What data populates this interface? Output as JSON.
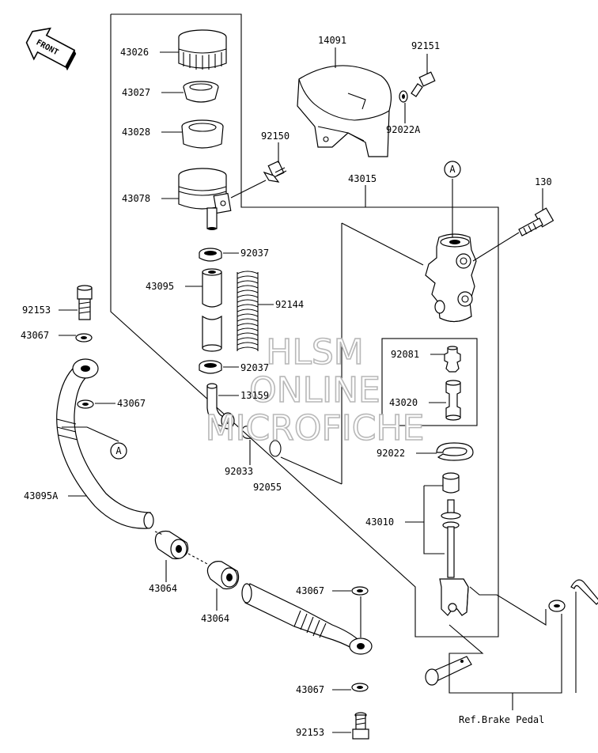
{
  "front_badge": "FRONT",
  "callout_A": "A",
  "watermark": {
    "line1": "HLSM",
    "line2": "ONLINE",
    "line3": "MICROFICHE"
  },
  "ref_note": "Ref.Brake Pedal",
  "parts": {
    "p43026": "43026",
    "p43027": "43027",
    "p43028": "43028",
    "p43078": "43078",
    "p14091": "14091",
    "p92151": "92151",
    "p92022A": "92022A",
    "p92150": "92150",
    "p43015": "43015",
    "p130": "130",
    "p92037a": "92037",
    "p43095": "43095",
    "p92144": "92144",
    "p92037b": "92037",
    "p13159": "13159",
    "p92033": "92033",
    "p92055": "92055",
    "p92081": "92081",
    "p43020": "43020",
    "p92022": "92022",
    "p43010": "43010",
    "p92153a": "92153",
    "p43067a": "43067",
    "p43067b": "43067",
    "p43095A": "43095A",
    "p43064a": "43064",
    "p43064b": "43064",
    "p43067c": "43067",
    "p43067d": "43067",
    "p92153b": "92153"
  }
}
